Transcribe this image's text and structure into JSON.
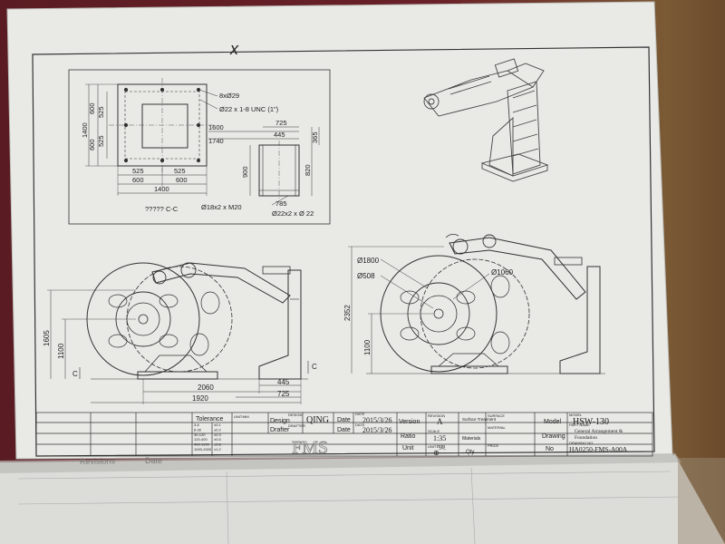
{
  "handwritten_mark": "x",
  "foundation_view": {
    "hole_note": "8xØ29",
    "thread_note": "Ø22 x 1-8 UNC (1\")",
    "section_label": "????? C-C",
    "anchor_note_1": "Ø18x2 x M20",
    "anchor_note_2": "Ø22x2 x Ø 22",
    "dims": {
      "left_outer": "1400",
      "left_a": "600",
      "left_b": "525",
      "left_c": "525",
      "left_d": "600",
      "bottom_1": "525",
      "bottom_2": "525",
      "bottom_3": "600",
      "bottom_4": "600",
      "bottom_total": "1400",
      "top_725": "725",
      "top_445": "445",
      "top_365": "365",
      "d1600": "1600",
      "d1740": "1740",
      "d900": "900",
      "d820": "820",
      "d785": "785"
    }
  },
  "front_view": {
    "section_mark_left": "C",
    "section_mark_right": "C",
    "dims": {
      "d1605": "1605",
      "d1100": "1100",
      "d2060": "2060",
      "d445": "445",
      "d725": "725",
      "d1920": "1920"
    }
  },
  "side_view": {
    "dims": {
      "d1800": "Ø1800",
      "d508": "Ø508",
      "d1060": "Ø1060",
      "d2352": "2352",
      "d1100": "1100"
    }
  },
  "title_block": {
    "tolerance_label": "Tolerance",
    "unit_small": "UNIT:MM",
    "design_label": "Design",
    "design_small": "DESIGN",
    "design_value": "QING",
    "drafter_label": "Drafter",
    "drafter_small": "DRAFTER",
    "date_label_1": "Date",
    "date_small_1": "DATE",
    "date_value_1": "2015/3/26",
    "date_label_2": "Date",
    "date_small_2": "DATE",
    "date_value_2": "2015/3/26",
    "version_label": "Version",
    "revision_small": "REVISION",
    "revision_value": "A",
    "ratio_label": "Ratio",
    "scale_small": "SCALE",
    "scale_value": "1:35",
    "unit_label": "Unit",
    "unit_small2": "UNIT",
    "unit_value": "mm",
    "surface_small": "SURFACE",
    "surface_label": "Surface Treatment",
    "material_small": "MATERIAL",
    "material_label": "Materials",
    "price_small": "PRICE",
    "qty_label": "Qty.",
    "model_label": "Model",
    "model_small": "MODEL",
    "model_value": "HSW-130",
    "drawing_label": "Drawing",
    "partname_small": "PART NAME",
    "drawing_value_1": "General Arrangement &",
    "drawing_value_2": "Foundation",
    "no_label": "No",
    "drawingno_small": "DRAWING NO.",
    "no_value": "HA0250-FMS-A00A",
    "company_logo": "FMS",
    "tol_rows": [
      [
        "3-6",
        "±0.1"
      ],
      [
        "6-30",
        "±0.2"
      ],
      [
        "30-120",
        "±0.3"
      ],
      [
        "120-400",
        "±0.5"
      ],
      [
        "400-1000",
        "±0.8"
      ],
      [
        "1000-2000",
        "±1.2"
      ]
    ]
  },
  "next_page": {
    "revisions_label": "Revisions",
    "date_label": "Date"
  }
}
